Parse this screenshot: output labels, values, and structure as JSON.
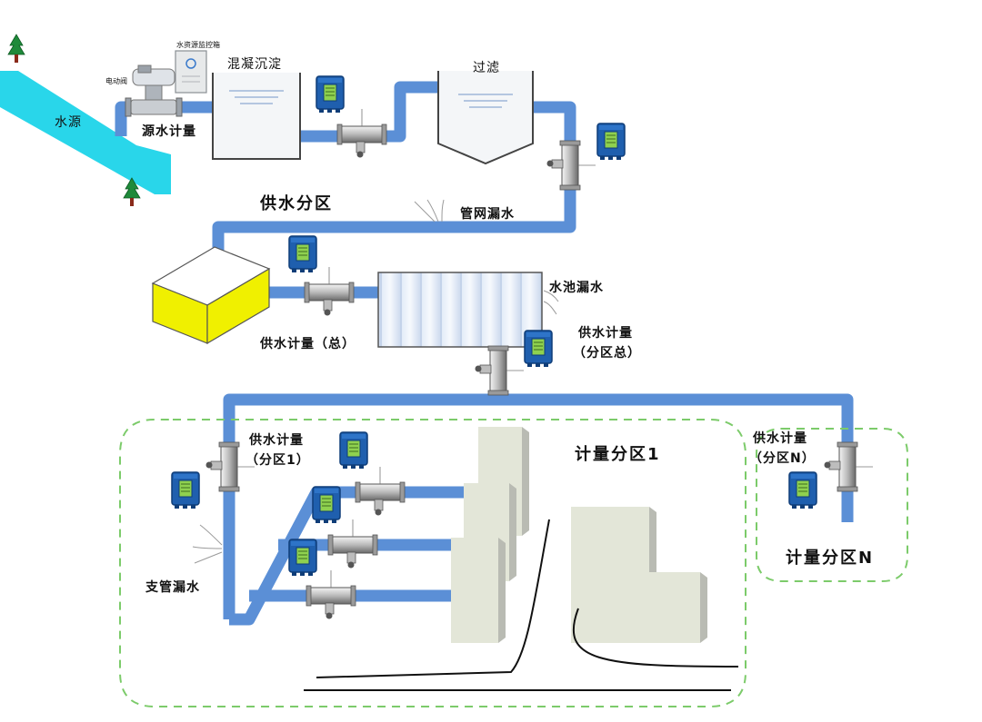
{
  "colors": {
    "pipe": "#5b8fd6",
    "river": "#29d6ea",
    "meter": "#1f5fae",
    "screen": "#8fd14f",
    "zone_border": "#7ccb6a",
    "yellow_tank": "#f0f000"
  },
  "labels": {
    "water_source": "水源",
    "electric_valve": "电动阀",
    "control_cabinet": "水资源监控箱",
    "source_metering": "源水计量",
    "coagulation": "混凝沉淀",
    "filtration": "过滤",
    "supply_zone": "供水分区",
    "network_leak": "管网漏水",
    "pool_leak": "水池漏水",
    "supply_total": "供水计量（总）",
    "supply_zone_total_1": "供水计量",
    "supply_zone_total_2": "（分区总）",
    "zone1_meter_1": "供水计量",
    "zone1_meter_2": "（分区1）",
    "zoneN_meter_1": "供水计量",
    "zoneN_meter_2": "（分区N）",
    "metering_zone_1": "计量分区1",
    "metering_zone_n": "计量分区N",
    "branch_leak": "支管漏水"
  },
  "icons": [
    "tree-icon",
    "valve-icon",
    "control-cabinet-icon",
    "flow-meter-icon",
    "flow-sensor-icon",
    "building-icon",
    "leak-spray-icon"
  ]
}
